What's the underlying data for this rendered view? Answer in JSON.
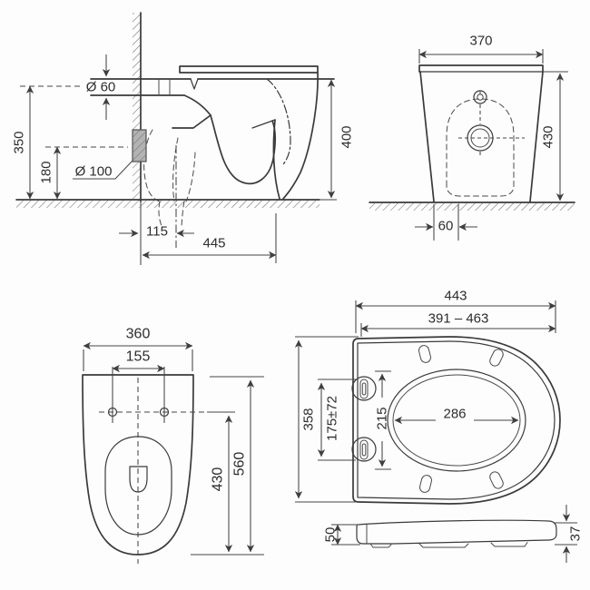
{
  "drawing": {
    "title": "toilet-pan-and-seat-dimension-drawing",
    "units": "mm",
    "colors": {
      "background": "#fdfdfd",
      "line": "#3a3a3a",
      "dimension_line": "#454545",
      "text": "#2d2d2d",
      "wall_inlet_fill": "#b3b3b3"
    },
    "views": {
      "side": {
        "label": "side-profile-view",
        "dims": {
          "inlet_dia": "Ø 60",
          "inlet_height": "350",
          "outlet_height": "180",
          "outlet_dia": "Ø 100",
          "outlet_setout": "115",
          "depth": "445",
          "height": "400"
        }
      },
      "front": {
        "label": "front-view",
        "dims": {
          "width": "370",
          "height": "430",
          "base_offset": "60"
        }
      },
      "plan": {
        "label": "pan-plan-view",
        "dims": {
          "width": "360",
          "fixing_centres": "155",
          "fixing_to_front": "430",
          "depth": "560"
        }
      },
      "seat_plan": {
        "label": "seat-plan-view",
        "dims": {
          "overall_width": "443",
          "adjustable_range": "391 – 463",
          "overall_depth": "358",
          "hinge_centres": "175±72",
          "aperture_depth": "215",
          "aperture_width": "286"
        }
      },
      "seat_profile": {
        "label": "seat-side-profile",
        "dims": {
          "rear_height": "50",
          "front_thickness": "37"
        }
      }
    }
  }
}
